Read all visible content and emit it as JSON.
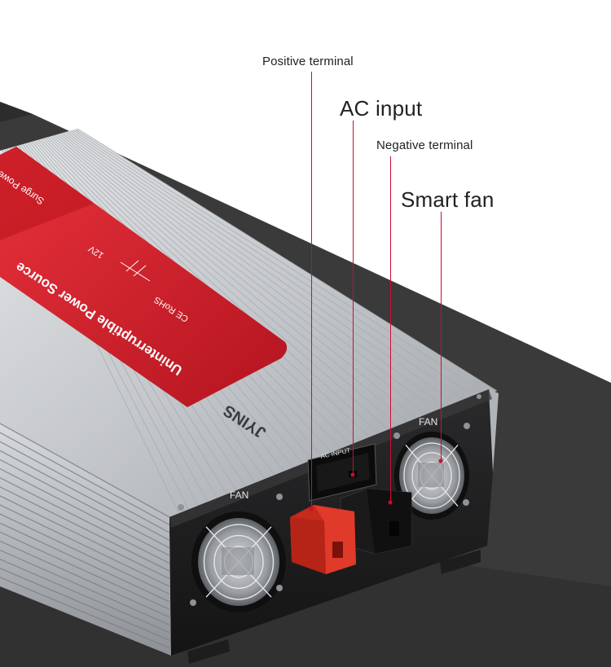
{
  "callouts": {
    "positive_terminal": "Positive terminal",
    "ac_input": "AC input",
    "negative_terminal": "Negative terminal",
    "smart_fan": "Smart fan"
  },
  "product": {
    "brand": "JYINS",
    "description": "Uninterruptible Power Source",
    "sub_text": "Surge Power",
    "certifications": "CE RoHS",
    "voltage": "12V",
    "ac_port_label": "AC INPUT",
    "fan_label_left": "FAN",
    "fan_label_right": "FAN"
  },
  "colors": {
    "accent_red": "#c8102e",
    "label_red": "#d81e2a",
    "positive_terminal": "#e03a2a",
    "negative_terminal": "#1a1a1a",
    "housing": "#c9ccd0",
    "backdrop": "#3a3a3a"
  }
}
